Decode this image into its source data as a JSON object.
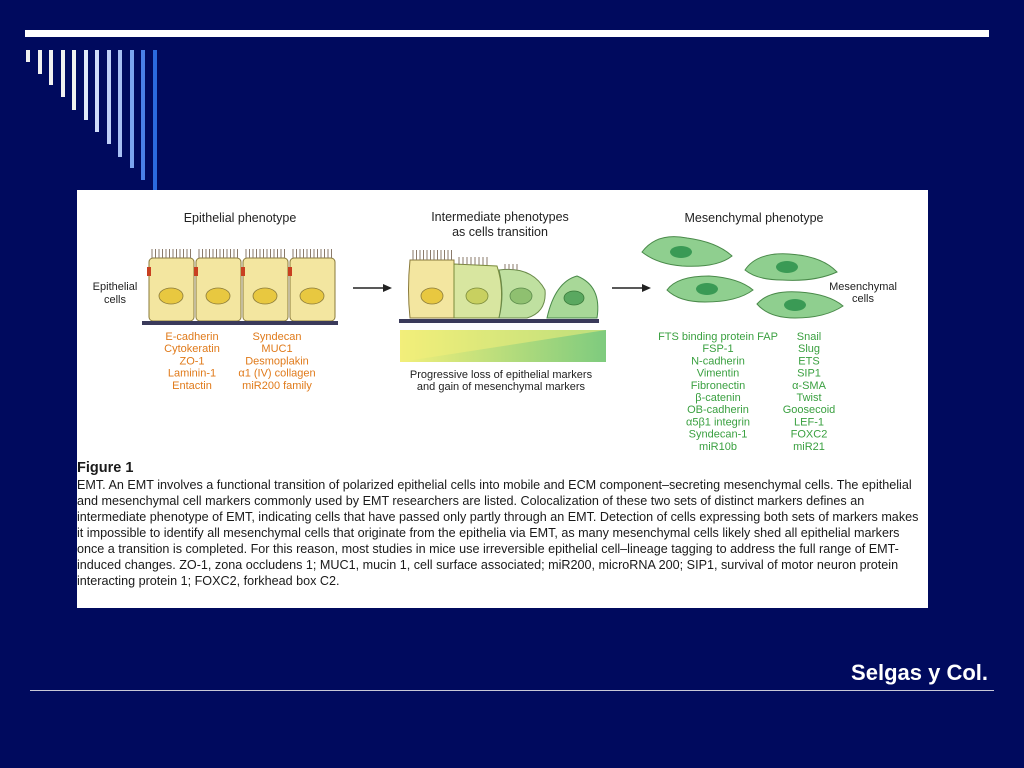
{
  "figure": {
    "panels": {
      "epithelial": "Epithelial phenotype",
      "intermediate_line1": "Intermediate phenotypes",
      "intermediate_line2": "as cells transition",
      "mesenchymal": "Mesenchymal phenotype"
    },
    "cell_labels": {
      "epithelial_line1": "Epithelial",
      "epithelial_line2": "cells",
      "mesenchymal_line1": "Mesenchymal",
      "mesenchymal_line2": "cells"
    },
    "gradient_caption": {
      "line1": "Progressive loss of epithelial markers",
      "line2": "and gain of mesenchymal markers"
    },
    "epithelial_markers": {
      "left": [
        "E-cadherin",
        "Cytokeratin",
        "ZO-1",
        "Laminin-1",
        "Entactin"
      ],
      "right": [
        "Syndecan",
        "MUC1",
        "Desmoplakin",
        "α1 (IV) collagen",
        "miR200 family"
      ]
    },
    "mesenchymal_markers": {
      "left": [
        "FTS binding protein FAP",
        "FSP-1",
        "N-cadherin",
        "Vimentin",
        "Fibronectin",
        "β-catenin",
        "OB-cadherin",
        "α5β1 integrin",
        "Syndecan-1",
        "miR10b"
      ],
      "right": [
        "Snail",
        "Slug",
        "ETS",
        "SIP1",
        "α-SMA",
        "Twist",
        "Goosecoid",
        "LEF-1",
        "FOXC2",
        "miR21"
      ]
    },
    "caption_title": "Figure 1",
    "caption_body": "EMT. An EMT involves a functional transition of polarized epithelial cells into mobile and ECM component–secreting mesenchymal cells. The epithelial and mesenchymal cell markers commonly used by EMT researchers are listed. Colocalization of these two sets of distinct markers defines an intermediate phenotype of EMT, indicating cells that have passed only partly through an EMT. Detection of cells expressing both sets of markers makes it impossible to identify all mesenchymal cells that originate from the epithelia via EMT, as many mesenchymal cells likely shed all epithelial markers once a transition is completed. For this reason, most studies in mice use irreversible epithelial cell–lineage tagging to address the full range of EMT-induced changes. ZO-1, zona occludens 1; MUC1, mucin 1, cell surface associated; miR200, microRNA 200; SIP1, survival of motor neuron protein interacting protein 1; FOXC2, forkhead box C2."
  },
  "slide": {
    "credit": "Selgas y Col."
  },
  "colors": {
    "background": "#000a5e",
    "epithelial_marker_text": "#e07a1a",
    "mesenchymal_marker_text": "#3aa040",
    "cell_fill": "#f3e6a0",
    "nucleus_fill": "#e8c840",
    "mesenchymal_cell_fill": "#8fcf8f",
    "mesenchymal_nucleus_fill": "#3a9a55"
  }
}
